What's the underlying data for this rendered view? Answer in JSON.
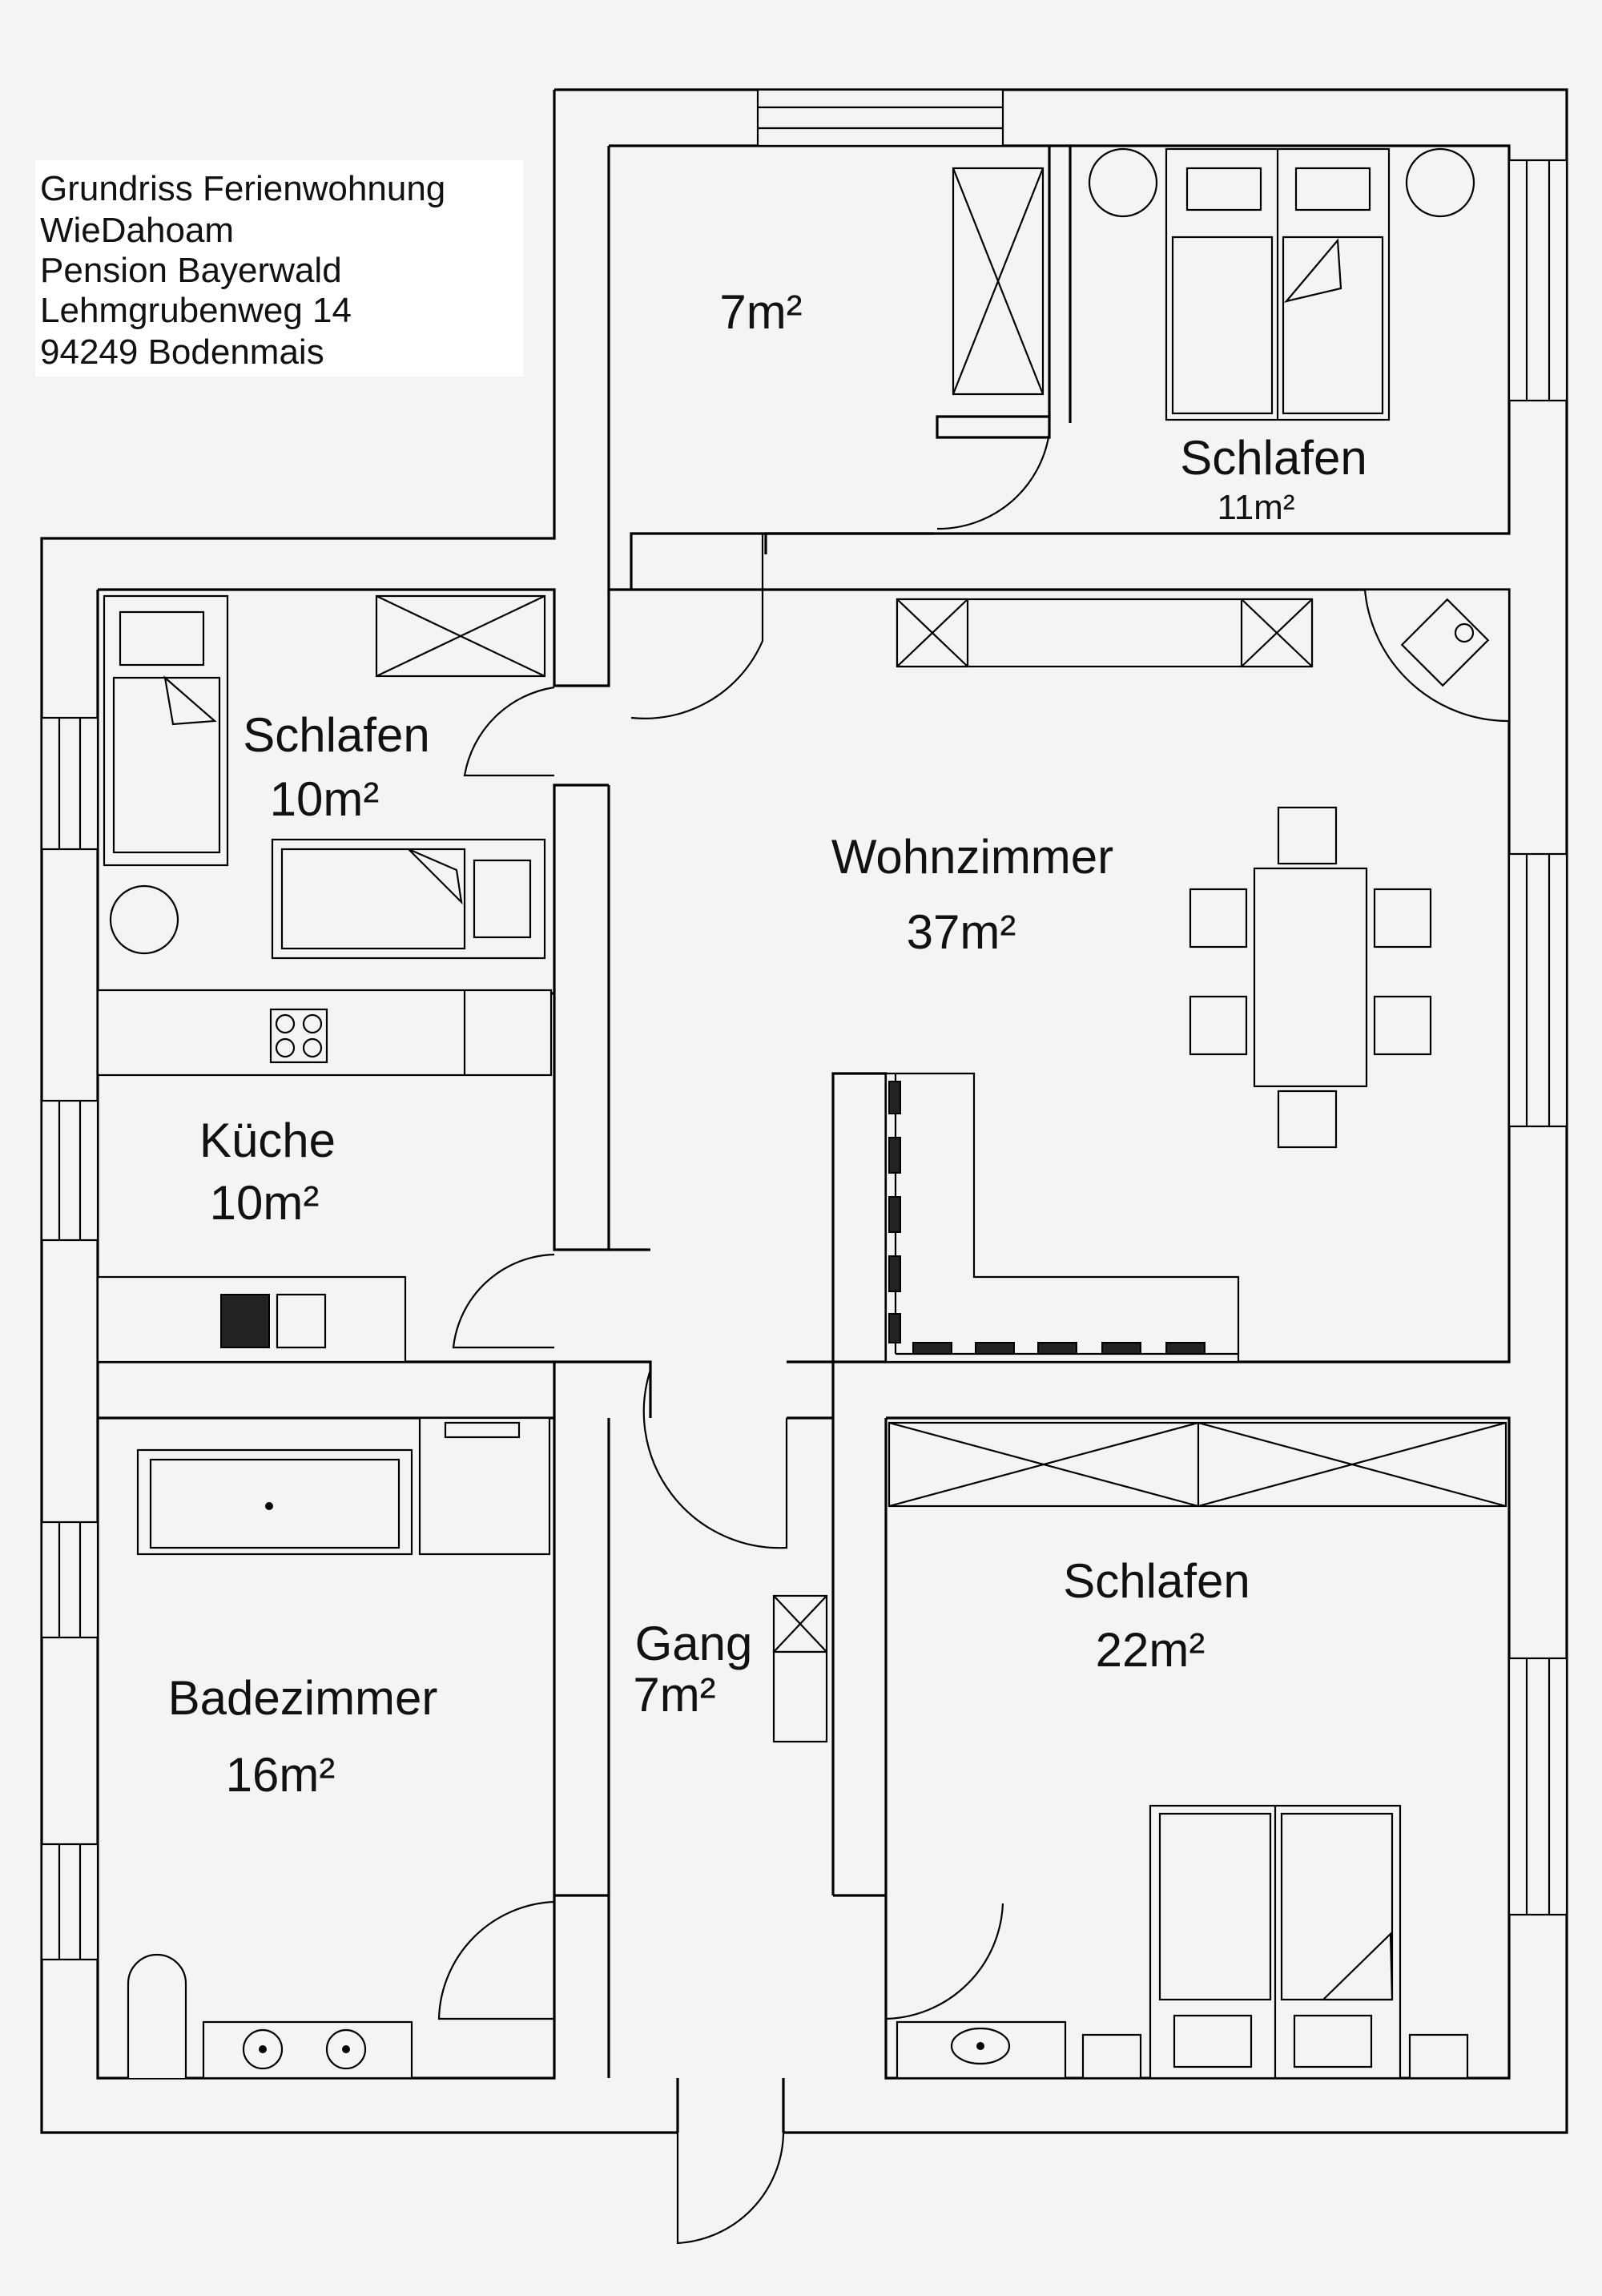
{
  "address": {
    "line1": "Grundriss Ferienwohnung",
    "line2": "WieDahoam",
    "line3": "Pension Bayerwald",
    "line4": "Lehmgrubenweg 14",
    "line5": "94249 Bodenmais"
  },
  "rooms": {
    "storage": {
      "area": "7m²"
    },
    "bedroom_top": {
      "name": "Schlafen",
      "area": "11m²"
    },
    "bedroom_left": {
      "name": "Schlafen",
      "area": "10m²"
    },
    "living": {
      "name": "Wohnzimmer",
      "area": "37m²"
    },
    "kitchen": {
      "name": "Küche",
      "area": "10m²"
    },
    "bathroom": {
      "name": "Badezimmer",
      "area": "16m²"
    },
    "hallway": {
      "name": "Gang",
      "area": "7m²"
    },
    "bedroom_right": {
      "name": "Schlafen",
      "area": "22m²"
    }
  }
}
